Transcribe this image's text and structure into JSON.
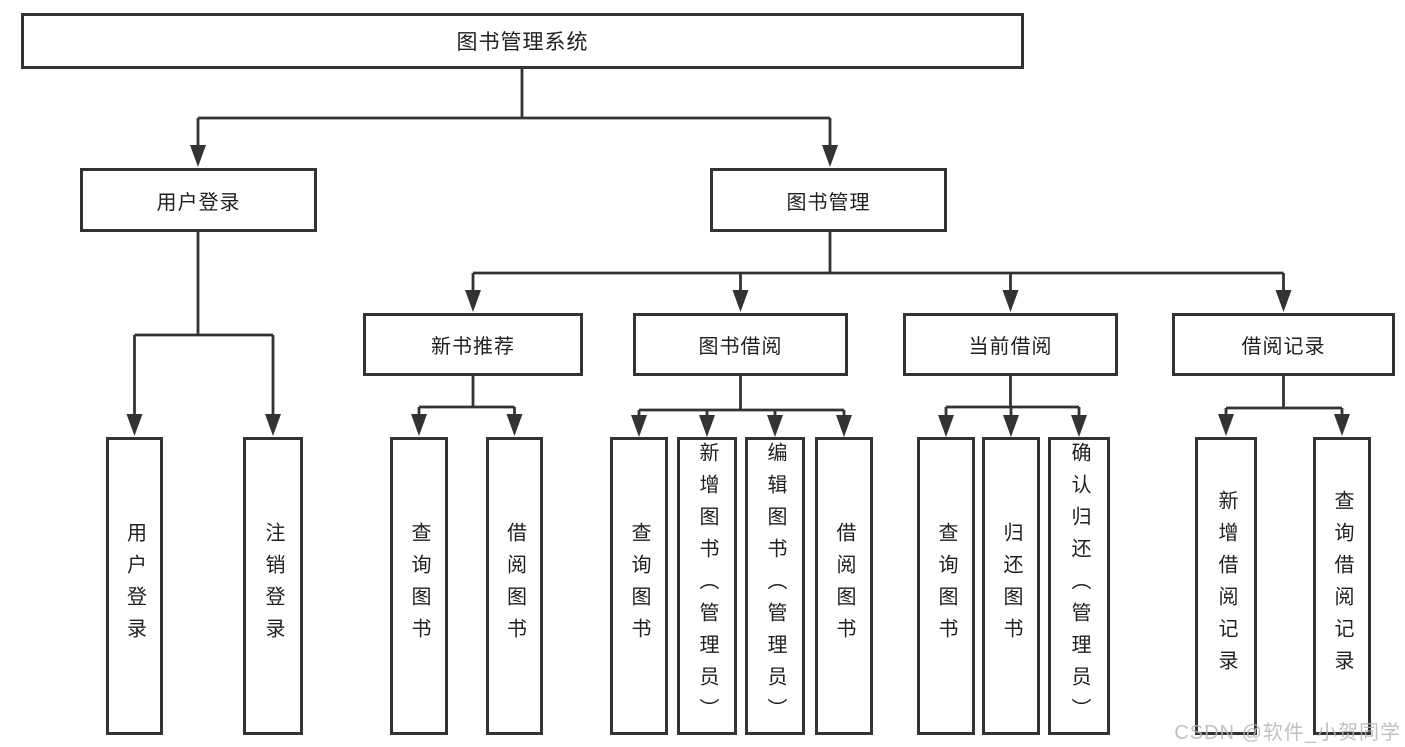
{
  "diagram": {
    "root": "图书管理系统",
    "level2": {
      "login": "用户登录",
      "management": "图书管理"
    },
    "level3": {
      "recommend": "新书推荐",
      "borrow": "图书借阅",
      "current": "当前借阅",
      "records": "借阅记录"
    },
    "leaves": {
      "login_user": "用户登录",
      "login_logout": "注销登录",
      "rec_query": "查询图书",
      "rec_borrow": "借阅图书",
      "bor_query": "查询图书",
      "bor_add": "新增图书（管理员）",
      "bor_edit": "编辑图书（管理员）",
      "bor_borrow": "借阅图书",
      "cur_query": "查询图书",
      "cur_return": "归还图书",
      "cur_confirm": "确认归还（管理员）",
      "rech_add": "新增借阅记录",
      "rech_query": "查询借阅记录"
    }
  },
  "watermark": "CSDN @软件_小贺同学",
  "colors": {
    "line": "#333333",
    "box_border": "#333333",
    "text": "#1f1f1f",
    "watermark": "#b9b5b5"
  }
}
